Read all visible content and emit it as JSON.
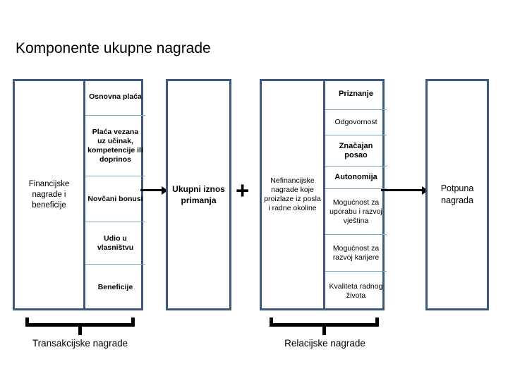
{
  "slide": {
    "title": "Komponente ukupne nagrade",
    "colors": {
      "box_border": "#3D5A7A",
      "divider": "#7BA7C7",
      "text": "#000000",
      "background": "#FFFFFF"
    }
  },
  "financial": {
    "label": "Financijske nagrade i beneficije",
    "items": [
      "Osnovna plaća",
      "Plaća vezana uz učinak, kompetencije ili doprinos",
      "Novčani bonusi",
      "Udio u vlasništvu",
      "Beneficije"
    ]
  },
  "total_pay": {
    "label": "Ukupni iznos primanja"
  },
  "operator": {
    "plus": "+"
  },
  "nonfinancial": {
    "label": "Nefinancijske nagrade koje proizlaze iz posla i radne okoline",
    "items": [
      "Priznanje",
      "Odgovornost",
      "Značajan posao",
      "Autonomija",
      "Mogućnost za uporabu i razvoj vještina",
      "Mogućnost za razvoj karijere",
      "Kvaliteta radnog života"
    ]
  },
  "total_reward": {
    "label": "Potpuna nagrada"
  },
  "braces": {
    "left_label": "Transakcijske nagrade",
    "right_label": "Relacijske nagrade"
  }
}
